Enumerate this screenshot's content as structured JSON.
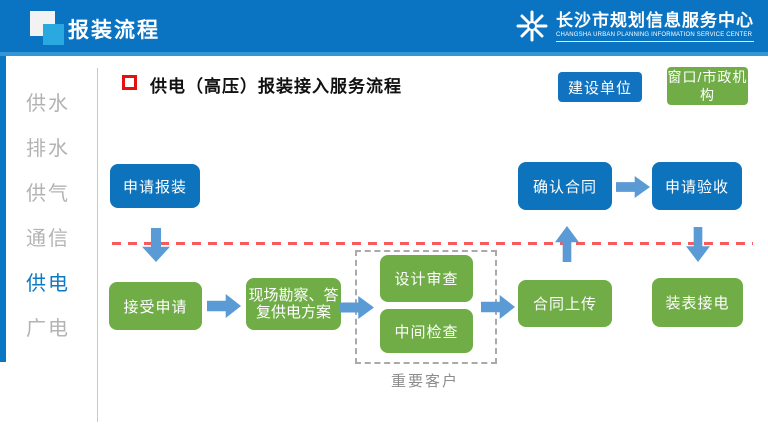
{
  "header": {
    "title": "报装流程",
    "org_name_zh": "长沙市规划信息服务中心",
    "org_name_en": "CHANGSHA URBAN PLANNING INFORMATION SERVICE CENTER"
  },
  "sidebar": {
    "items": [
      {
        "label": "供水",
        "active": false
      },
      {
        "label": "排水",
        "active": false
      },
      {
        "label": "供气",
        "active": false
      },
      {
        "label": "通信",
        "active": false
      },
      {
        "label": "供电",
        "active": true
      },
      {
        "label": "广电",
        "active": false
      }
    ]
  },
  "main": {
    "section_title": "供电（高压）报装接入服务流程",
    "legend": [
      {
        "label": "建设单位",
        "color": "#1173bf"
      },
      {
        "label": "窗口/市政机构",
        "color": "#70ad47"
      }
    ]
  },
  "flow": {
    "boxes": [
      {
        "id": "apply-install",
        "label": "申请报装",
        "type": "blue"
      },
      {
        "id": "accept-apply",
        "label": "接受申请",
        "type": "green"
      },
      {
        "id": "site-survey",
        "label": "现场勘察、答复供电方案",
        "type": "green"
      },
      {
        "id": "design-review",
        "label": "设计审查",
        "type": "green"
      },
      {
        "id": "mid-inspection",
        "label": "中间检查",
        "type": "green"
      },
      {
        "id": "contract-upload",
        "label": "合同上传",
        "type": "green"
      },
      {
        "id": "confirm-contract",
        "label": "确认合同",
        "type": "blue"
      },
      {
        "id": "apply-acceptance",
        "label": "申请验收",
        "type": "blue"
      },
      {
        "id": "meter-connect",
        "label": "装表接电",
        "type": "green"
      }
    ],
    "group_label": "重要客户"
  },
  "colors": {
    "header_blue": "#0a74c2",
    "box_blue": "#0d73bd",
    "box_green": "#70ad47",
    "arrow_blue": "#5b9bd5",
    "dash_red": "#fb5a5c",
    "sidebar_gray": "#b3b3b3",
    "sidebar_active": "#0d7ac4"
  }
}
